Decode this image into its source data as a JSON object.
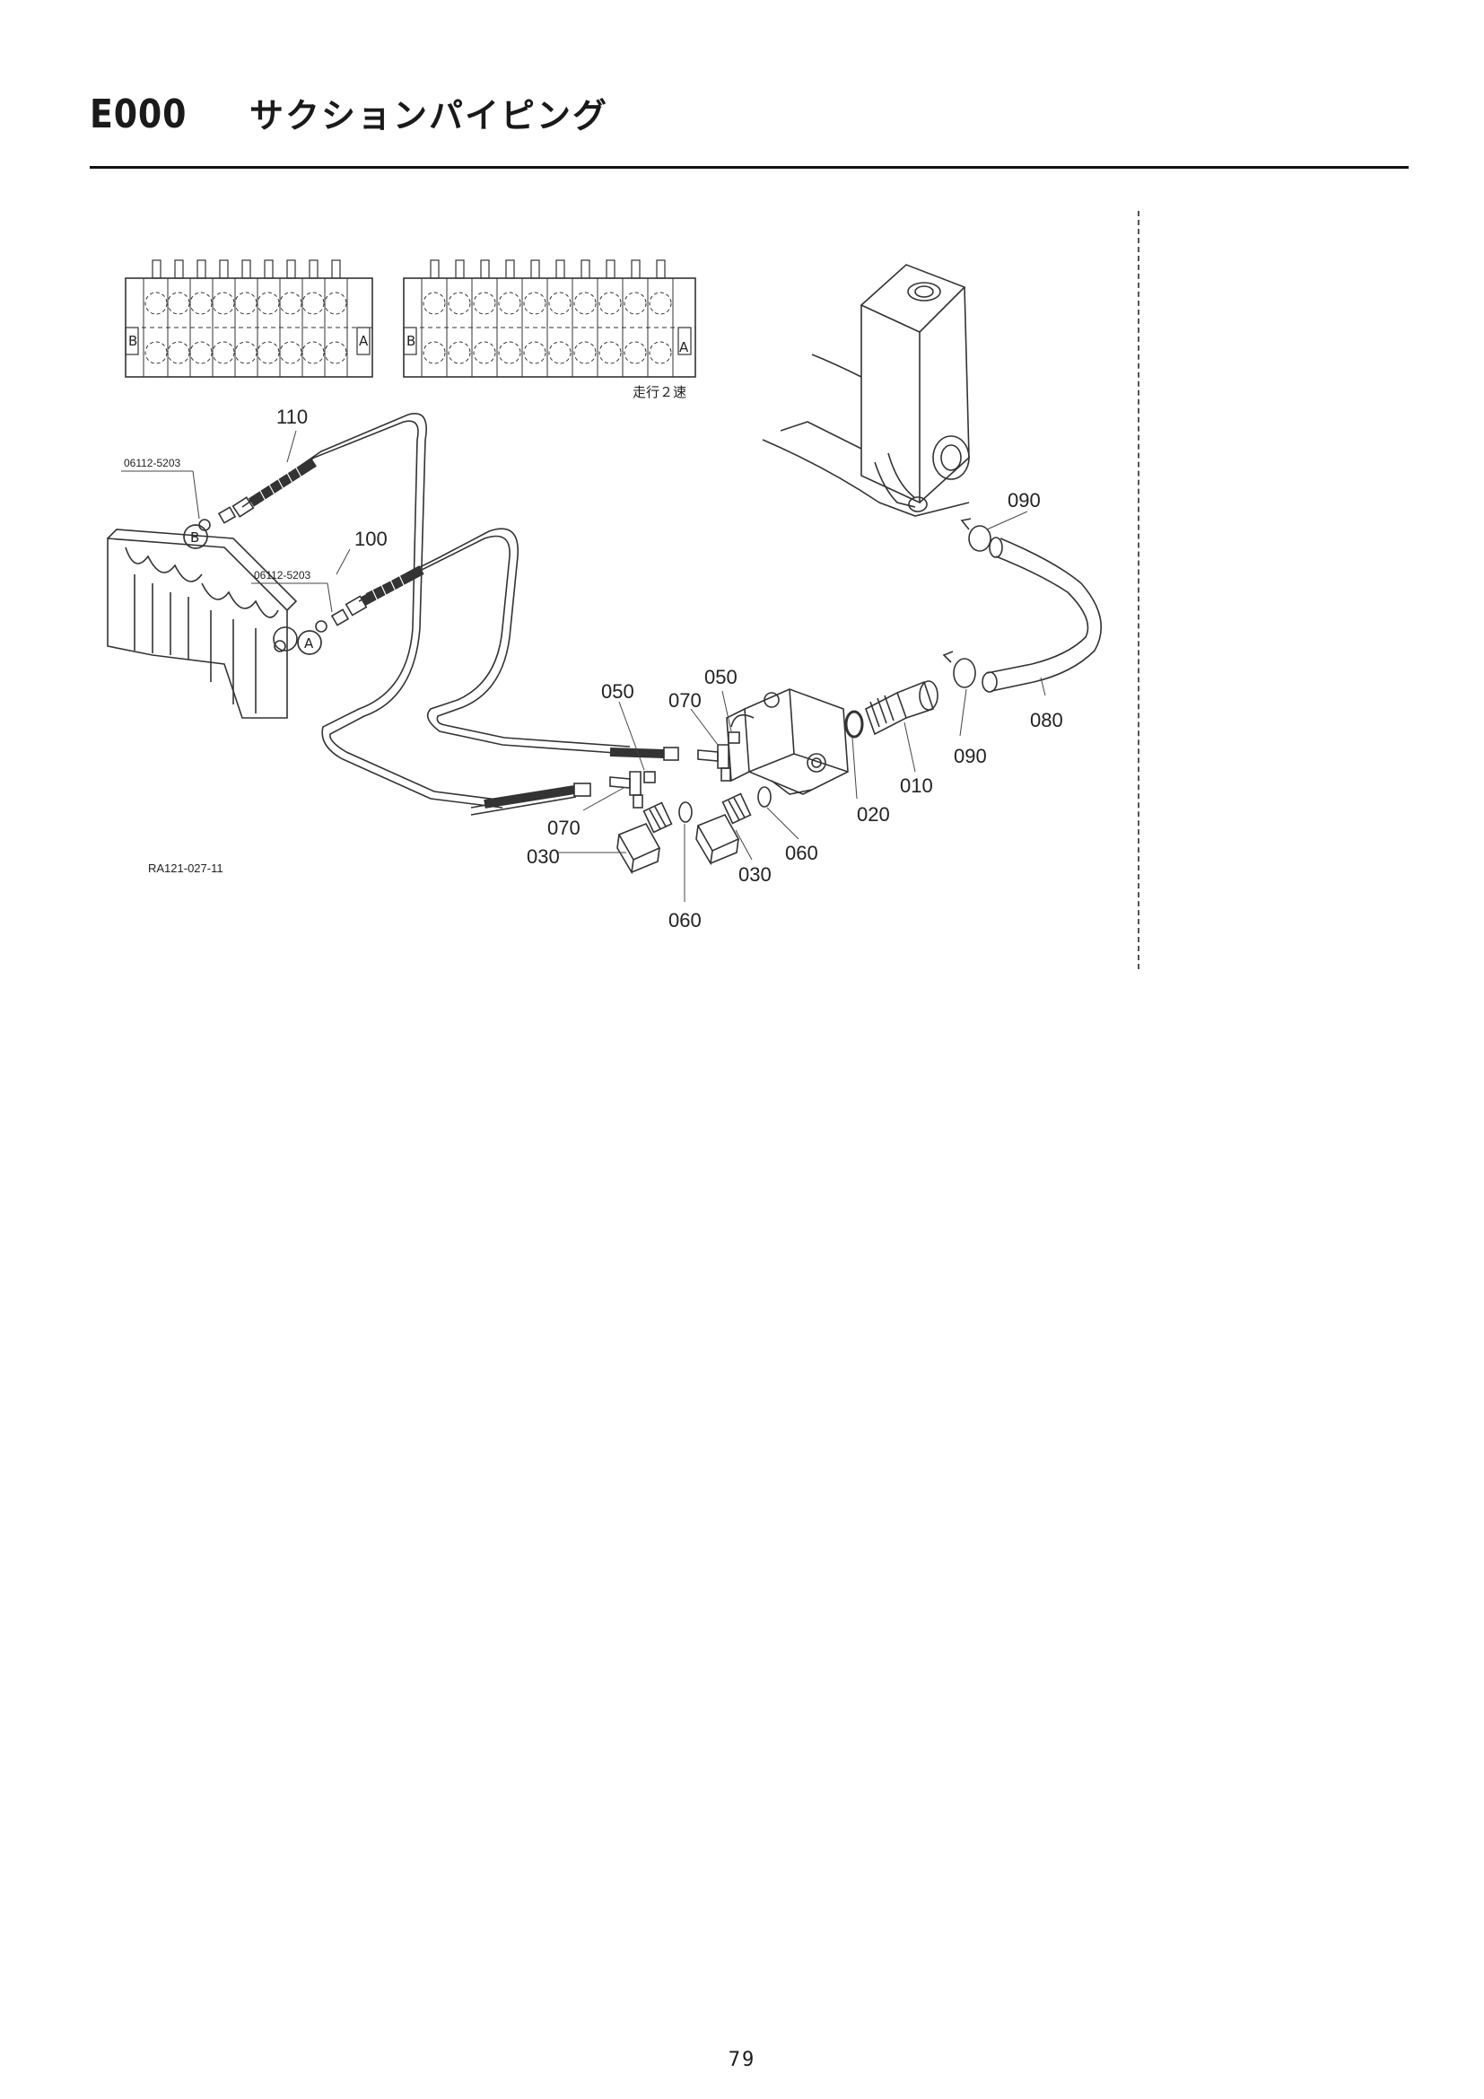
{
  "header": {
    "code": "E000",
    "title": "サクションパイピング"
  },
  "figure": {
    "panel_port_b": "B",
    "panel_port_a": "A",
    "panel_note": "走行２速",
    "valve_port_b": "B",
    "valve_port_a": "A",
    "figure_ref": "RA121-027-11",
    "callouts": {
      "c110": "110",
      "c06112_1": "06112-5203",
      "c100": "100",
      "c06112_2": "06112-5203",
      "c050a": "050",
      "c070a": "070",
      "c050b": "050",
      "c070b": "070",
      "c030a": "030",
      "c060a": "060",
      "c060b": "060",
      "c030b": "030",
      "c020": "020",
      "c010": "010",
      "c090a": "090",
      "c090b": "090",
      "c080": "080"
    }
  },
  "footer": {
    "page_number": "79"
  }
}
